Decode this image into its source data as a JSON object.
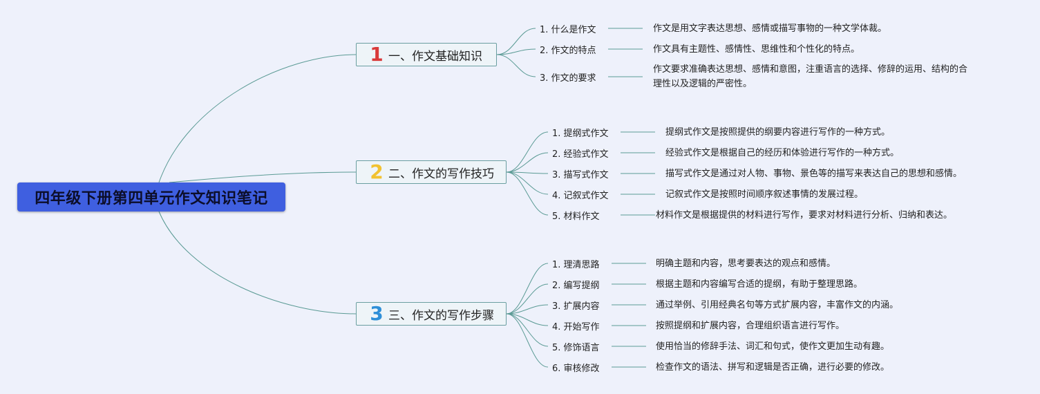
{
  "root": {
    "title": "四年级下册第四单元作文知识笔记"
  },
  "colors": {
    "background": "#eef1fb",
    "root_fill": "#3f5fe0",
    "line": "#5a9a94",
    "num1": "#d93a3a",
    "num2": "#f2c230",
    "num3": "#2f8fd8"
  },
  "branches": [
    {
      "num": "1",
      "title": "一、作文基础知识",
      "items": [
        {
          "label": "1. 什么是作文",
          "desc": [
            "作文是用文字表达思想、感情或描写事物的一种文学体裁。"
          ]
        },
        {
          "label": "2. 作文的特点",
          "desc": [
            "作文具有主题性、感情性、思维性和个性化的特点。"
          ]
        },
        {
          "label": "3. 作文的要求",
          "desc": [
            "作文要求准确表达思想、感情和意图，注重语言的选择、修辞的运用、结构的合",
            "理性以及逻辑的严密性。"
          ]
        }
      ]
    },
    {
      "num": "2",
      "title": "二、作文的写作技巧",
      "items": [
        {
          "label": "1. 提纲式作文",
          "desc": [
            "提纲式作文是按照提供的纲要内容进行写作的一种方式。"
          ]
        },
        {
          "label": "2. 经验式作文",
          "desc": [
            "经验式作文是根据自己的经历和体验进行写作的一种方式。"
          ]
        },
        {
          "label": "3. 描写式作文",
          "desc": [
            "描写式作文是通过对人物、事物、景色等的描写来表达自己的思想和感情。"
          ]
        },
        {
          "label": "4. 记叙式作文",
          "desc": [
            "记叙式作文是按照时间顺序叙述事情的发展过程。"
          ]
        },
        {
          "label": "5. 材料作文",
          "desc": [
            "材料作文是根据提供的材料进行写作，要求对材料进行分析、归纳和表达。"
          ]
        }
      ]
    },
    {
      "num": "3",
      "title": "三、作文的写作步骤",
      "items": [
        {
          "label": "1. 理清思路",
          "desc": [
            "明确主题和内容，思考要表达的观点和感情。"
          ]
        },
        {
          "label": "2. 编写提纲",
          "desc": [
            "根据主题和内容编写合适的提纲，有助于整理思路。"
          ]
        },
        {
          "label": "3. 扩展内容",
          "desc": [
            "通过举例、引用经典名句等方式扩展内容，丰富作文的内涵。"
          ]
        },
        {
          "label": "4. 开始写作",
          "desc": [
            "按照提纲和扩展内容，合理组织语言进行写作。"
          ]
        },
        {
          "label": "5. 修饰语言",
          "desc": [
            "使用恰当的修辞手法、词汇和句式，使作文更加生动有趣。"
          ]
        },
        {
          "label": "6. 审核修改",
          "desc": [
            "检查作文的语法、拼写和逻辑是否正确，进行必要的修改。"
          ]
        }
      ]
    }
  ]
}
